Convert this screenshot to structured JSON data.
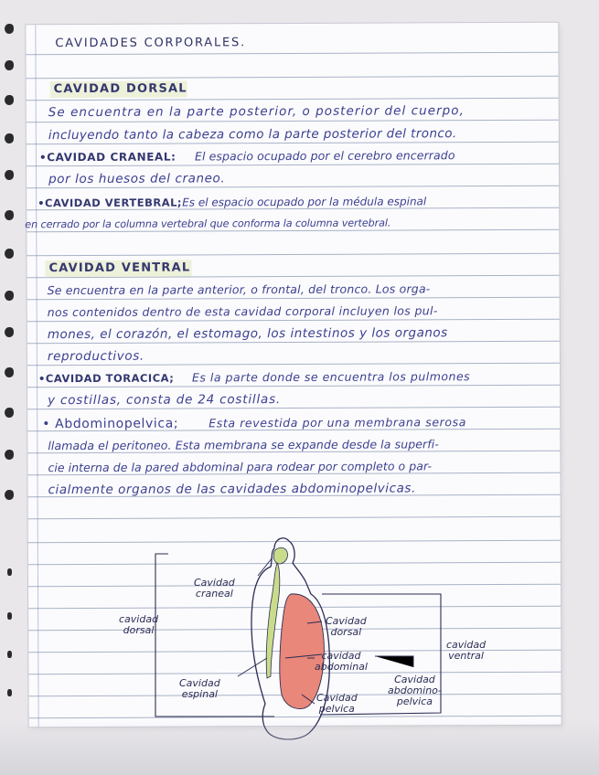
{
  "title": "CAVIDADES CORPORALES.",
  "dorsal": {
    "heading": "CAVIDAD DORSAL",
    "lines": [
      "Se encuentra en la parte posterior, o posterior del cuerpo,",
      "incluyendo tanto la cabeza como la parte posterior del tronco."
    ],
    "craneal_label": "•CAVIDAD CRANEAL:",
    "craneal_lines": [
      "El espacio ocupado por el cerebro encerrado",
      "por los huesos del craneo."
    ],
    "vertebral_label": "•CAVIDAD VERTEBRAL;",
    "vertebral_lines": [
      "Es el espacio ocupado por la médula espinal",
      "en cerrado por la columna vertebral que conforma la columna vertebral."
    ]
  },
  "ventral": {
    "heading": "CAVIDAD VENTRAL",
    "lines": [
      "Se encuentra en la parte anterior, o frontal, del tronco. Los orga-",
      "nos contenidos dentro de esta cavidad corporal incluyen los pul-",
      "mones, el corazón, el estomago, los intestinos y los organos",
      "reproductivos."
    ],
    "toracica_label": "•CAVIDAD TORACICA;",
    "toracica_lines": [
      "Es la parte donde se encuentra los pulmones",
      "y costillas, consta de 24 costillas."
    ],
    "abdomino_label": "• Abdominopelvica;",
    "abdomino_lines": [
      "Esta revestida por una membrana serosa",
      "llamada el peritoneo. Esta membrana se expande desde la superfi-",
      "cie interna de la pared abdominal para rodear por completo o par-",
      "cialmente organos de las cavidades abdominopelvicas."
    ]
  },
  "diagram": {
    "labels": {
      "craneal": [
        "Cavidad",
        "craneal"
      ],
      "dorsal": [
        "cavidad",
        "dorsal"
      ],
      "dorsal2": [
        "Cavidad",
        "dorsal"
      ],
      "abdominal": [
        "cavidad",
        "abdominal"
      ],
      "ventral": [
        "cavidad",
        "ventral"
      ],
      "espinal": [
        "Cavidad",
        "espinal"
      ],
      "pelvica": [
        "Cavidad",
        "pelvica"
      ],
      "abdominopelvica": [
        "Cavidad",
        "abdomino-",
        "pelvica"
      ]
    },
    "colors": {
      "ventral_fill": "#e8877a",
      "spinal_fill": "#c9dc8a",
      "ink": "#2b2d55"
    }
  }
}
